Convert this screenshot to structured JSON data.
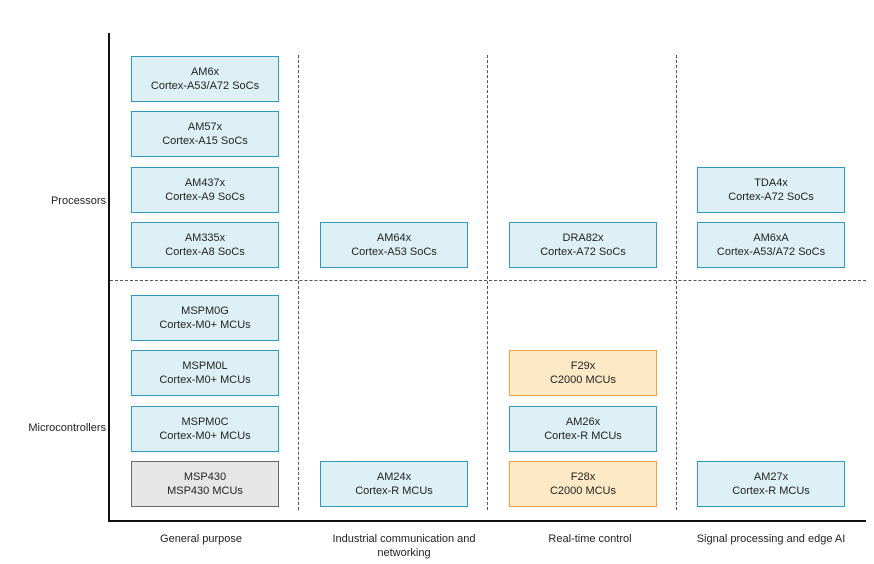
{
  "rows": {
    "processors": "Processors",
    "microcontrollers": "Microcontrollers"
  },
  "columns": {
    "general": "General purpose",
    "industrial": "Industrial communication and networking",
    "realtime": "Real-time control",
    "signal": "Signal processing and edge AI"
  },
  "colors": {
    "blue_border": "#2e9bbd",
    "blue_fill": "#ddf0f5",
    "orange_border": "#f0a03c",
    "orange_fill": "#fde9c6",
    "gray_border": "#6b6b6b",
    "gray_fill": "#e6e6e6"
  },
  "boxes": {
    "am6x": {
      "name": "AM6x",
      "desc": "Cortex-A53/A72 SoCs",
      "style": "blue"
    },
    "am57x": {
      "name": "AM57x",
      "desc": "Cortex-A15 SoCs",
      "style": "blue"
    },
    "am437x": {
      "name": "AM437x",
      "desc": "Cortex-A9 SoCs",
      "style": "blue"
    },
    "am335x": {
      "name": "AM335x",
      "desc": "Cortex-A8 SoCs",
      "style": "blue"
    },
    "am64x": {
      "name": "AM64x",
      "desc": "Cortex-A53 SoCs",
      "style": "blue"
    },
    "dra82x": {
      "name": "DRA82x",
      "desc": "Cortex-A72 SoCs",
      "style": "blue"
    },
    "tda4x": {
      "name": "TDA4x",
      "desc": "Cortex-A72 SoCs",
      "style": "blue"
    },
    "am6xa": {
      "name": "AM6xA",
      "desc": "Cortex-A53/A72 SoCs",
      "style": "blue"
    },
    "mspm0g": {
      "name": "MSPM0G",
      "desc": "Cortex-M0+ MCUs",
      "style": "blue"
    },
    "mspm0l": {
      "name": "MSPM0L",
      "desc": "Cortex-M0+ MCUs",
      "style": "blue"
    },
    "mspm0c": {
      "name": "MSPM0C",
      "desc": "Cortex-M0+ MCUs",
      "style": "blue"
    },
    "msp430": {
      "name": "MSP430",
      "desc": "MSP430 MCUs",
      "style": "gray"
    },
    "am24x": {
      "name": "AM24x",
      "desc": "Cortex-R MCUs",
      "style": "blue"
    },
    "f29x": {
      "name": "F29x",
      "desc": "C2000 MCUs",
      "style": "orange"
    },
    "am26x": {
      "name": "AM26x",
      "desc": "Cortex-R MCUs",
      "style": "blue"
    },
    "f28x": {
      "name": "F28x",
      "desc": "C2000 MCUs",
      "style": "orange"
    },
    "am27x": {
      "name": "AM27x",
      "desc": "Cortex-R MCUs",
      "style": "blue"
    }
  }
}
